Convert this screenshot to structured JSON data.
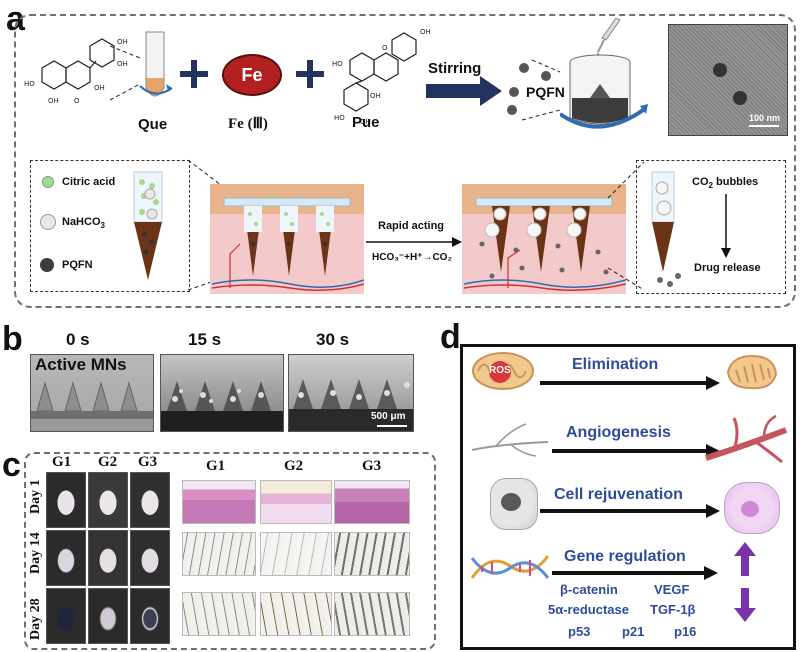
{
  "panels": {
    "a": "a",
    "b": "b",
    "c": "c",
    "d": "d"
  },
  "panel_a": {
    "que_label": "Que",
    "fe_badge": "Fe",
    "fe_label": "Fe (Ⅲ)",
    "pue_label": "Pue",
    "stirring": "Stirring",
    "pqfn_label": "PQFN",
    "tem_scale": "100 nm",
    "legend": {
      "citric_acid": "Citric acid",
      "nahco3": "NaHCO",
      "nahco3_sub": "3",
      "pqfn": "PQFN"
    },
    "rapid_acting": "Rapid acting",
    "reaction": "HCO₃⁻+H⁺→CO₂",
    "co2_bubbles": "CO",
    "co2_sub": "2",
    "co2_rest": " bubbles",
    "drug_release": "Drug release"
  },
  "panel_b": {
    "times": [
      "0 s",
      "15 s",
      "30 s"
    ],
    "active_mns": "Active MNs",
    "scale": "500 μm"
  },
  "panel_c": {
    "photo_groups": [
      "G1",
      "G2",
      "G3"
    ],
    "hist_groups": [
      "G1",
      "G2",
      "G3"
    ],
    "days": [
      "Day 1",
      "Day 14",
      "Day 28"
    ]
  },
  "panel_d": {
    "elimination": "Elimination",
    "ros": "ROS",
    "angiogenesis": "Angiogenesis",
    "cell_rejuvenation": "Cell rejuvenation",
    "gene_regulation": "Gene regulation",
    "genes_row1": [
      "β-catenin",
      "VEGF"
    ],
    "genes_row2": [
      "5α-reductase",
      "TGF-1β"
    ],
    "genes_row3": [
      "p53",
      "p21",
      "p16"
    ]
  },
  "colors": {
    "arrow_blue": "#22335e",
    "plus_blue": "#22335e",
    "fe_red": "#b32020",
    "text_blue": "#2f4c9b",
    "purple": "#7a33a8",
    "skin_pink": "#f3c9c9",
    "skin_tan": "#e9b48c",
    "needle_brown": "#6b3416"
  }
}
